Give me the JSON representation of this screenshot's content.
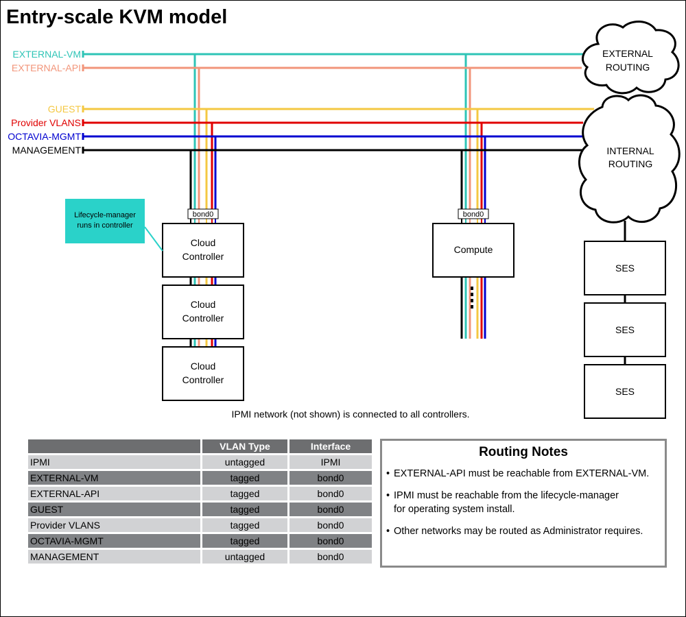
{
  "title": "Entry-scale KVM model",
  "networks": [
    {
      "id": "external-vm",
      "label": "EXTERNAL-VM",
      "color": "#2ec4b6"
    },
    {
      "id": "external-api",
      "label": "EXTERNAL-API",
      "color": "#f2957a"
    },
    {
      "id": "guest",
      "label": "GUEST",
      "color": "#f4c842"
    },
    {
      "id": "provider-vlans",
      "label": "Provider VLANS",
      "color": "#e00000"
    },
    {
      "id": "octavia-mgmt",
      "label": "OCTAVIA-MGMT",
      "color": "#0000d0"
    },
    {
      "id": "management",
      "label": "MANAGEMENT",
      "color": "#000000"
    }
  ],
  "clouds": {
    "external": [
      "EXTERNAL",
      "ROUTING"
    ],
    "internal": [
      "INTERNAL",
      "ROUTING"
    ]
  },
  "bond_label": "bond0",
  "controllers": [
    [
      "Cloud",
      "Controller"
    ],
    [
      "Cloud",
      "Controller"
    ],
    [
      "Cloud",
      "Controller"
    ]
  ],
  "compute_label": "Compute",
  "ses_nodes": [
    "SES",
    "SES",
    "SES"
  ],
  "note_callout": [
    "Lifecycle-manager",
    "runs in controller"
  ],
  "note_color": "#2ad2c9",
  "ipmi_caption": "IPMI network (not shown) is connected to all controllers.",
  "vlan_table": {
    "headers": [
      "",
      "VLAN Type",
      "Interface"
    ],
    "rows": [
      [
        "IPMI",
        "untagged",
        "IPMI"
      ],
      [
        "EXTERNAL-VM",
        "tagged",
        "bond0"
      ],
      [
        "EXTERNAL-API",
        "tagged",
        "bond0"
      ],
      [
        "GUEST",
        "tagged",
        "bond0"
      ],
      [
        "Provider VLANS",
        "tagged",
        "bond0"
      ],
      [
        "OCTAVIA-MGMT",
        "tagged",
        "bond0"
      ],
      [
        "MANAGEMENT",
        "untagged",
        "bond0"
      ]
    ]
  },
  "routing_notes": {
    "title": "Routing Notes",
    "items": [
      "EXTERNAL-API must be reachable from EXTERNAL-VM.",
      "IPMI must be reachable from the lifecycle-manager\nfor operating system install.",
      "Other networks may be routed as Administrator requires."
    ]
  }
}
